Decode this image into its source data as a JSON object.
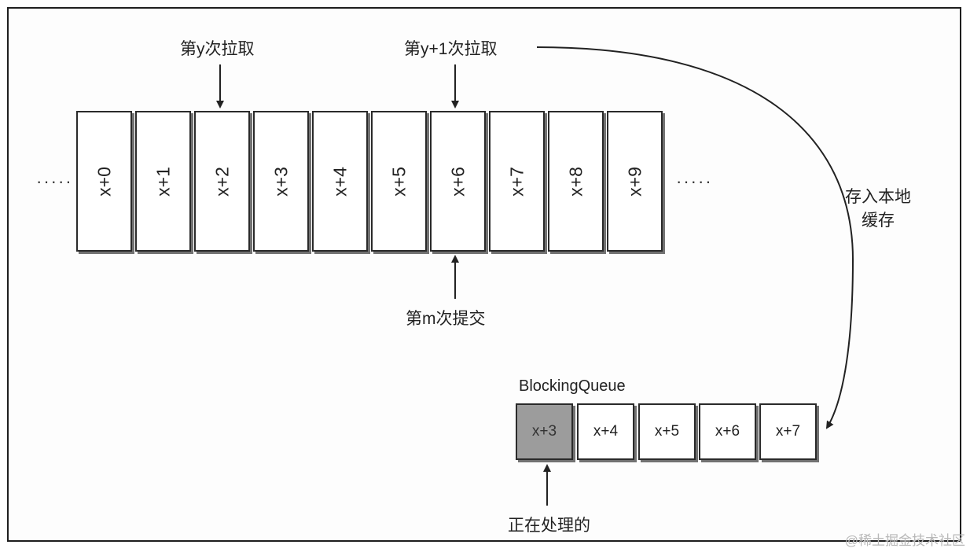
{
  "labels": {
    "pull_y": "第y次拉取",
    "pull_y1": "第y+1次拉取",
    "commit_m": "第m次提交",
    "store_local_cache": "存入本地 缓存",
    "processing": "正在处理的",
    "queue_title": "BlockingQueue"
  },
  "offsets": [
    "x+0",
    "x+1",
    "x+2",
    "x+3",
    "x+4",
    "x+5",
    "x+6",
    "x+7",
    "x+8",
    "x+9"
  ],
  "ellipsis": "·····",
  "queue_items": [
    {
      "label": "x+3",
      "processing": true
    },
    {
      "label": "x+4",
      "processing": false
    },
    {
      "label": "x+5",
      "processing": false
    },
    {
      "label": "x+6",
      "processing": false
    },
    {
      "label": "x+7",
      "processing": false
    }
  ],
  "watermark": "@稀土掘金技术社区",
  "colors": {
    "processing_fill": "#9c9c9c",
    "stroke": "#2a2a2a"
  }
}
